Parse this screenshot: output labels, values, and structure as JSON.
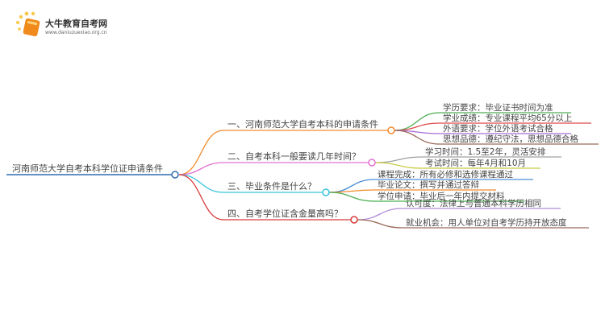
{
  "logo": {
    "title": "大牛教育自考网",
    "url": "www.daniuzuexiao.org.cn"
  },
  "root": {
    "label": "河南师范大学自考本科学位证申请条件",
    "color": "#2f6fb0"
  },
  "branches": [
    {
      "label": "一、河南师范大学自考本科的申请条件",
      "color": "#f28a2c",
      "leaves": [
        {
          "label": "学历要求：毕业证书时间为准",
          "color": "#4caf50"
        },
        {
          "label": "学业成绩：专业课程平均65分以上",
          "color": "#e04848"
        },
        {
          "label": "外语要求：学位外语考试合格",
          "color": "#a66bd6"
        },
        {
          "label": "思想品德：遵纪守法，思想品德合格",
          "color": "#9a6a5a"
        }
      ]
    },
    {
      "label": "二、自考本科一般要读几年时间？",
      "color": "#e070d0",
      "leaves": [
        {
          "label": "学习时间：1.5至2年，灵活安排",
          "color": "#a0a0a0"
        },
        {
          "label": "考试时间：每年4月和10月",
          "color": "#c8cc44"
        }
      ]
    },
    {
      "label": "三、毕业条件是什么？",
      "color": "#38c4dc",
      "leaves": [
        {
          "label": "课程完成：所有必修和选修课程通过",
          "color": "#4a8ed8"
        },
        {
          "label": "毕业论文：撰写并通过答辩",
          "color": "#f28a2c"
        },
        {
          "label": "学位申请：毕业后一年内提交材料",
          "color": "#4caf50"
        }
      ]
    },
    {
      "label": "四、自考学位证含金量高吗？",
      "color": "#d83a3a",
      "leaves": [
        {
          "label": "认可度：法律上与普通本科学历相同",
          "color": "#b08ad8"
        },
        {
          "label": "就业机会：用人单位对自考学历持开放态度",
          "color": "#9a6a5a"
        }
      ]
    }
  ]
}
